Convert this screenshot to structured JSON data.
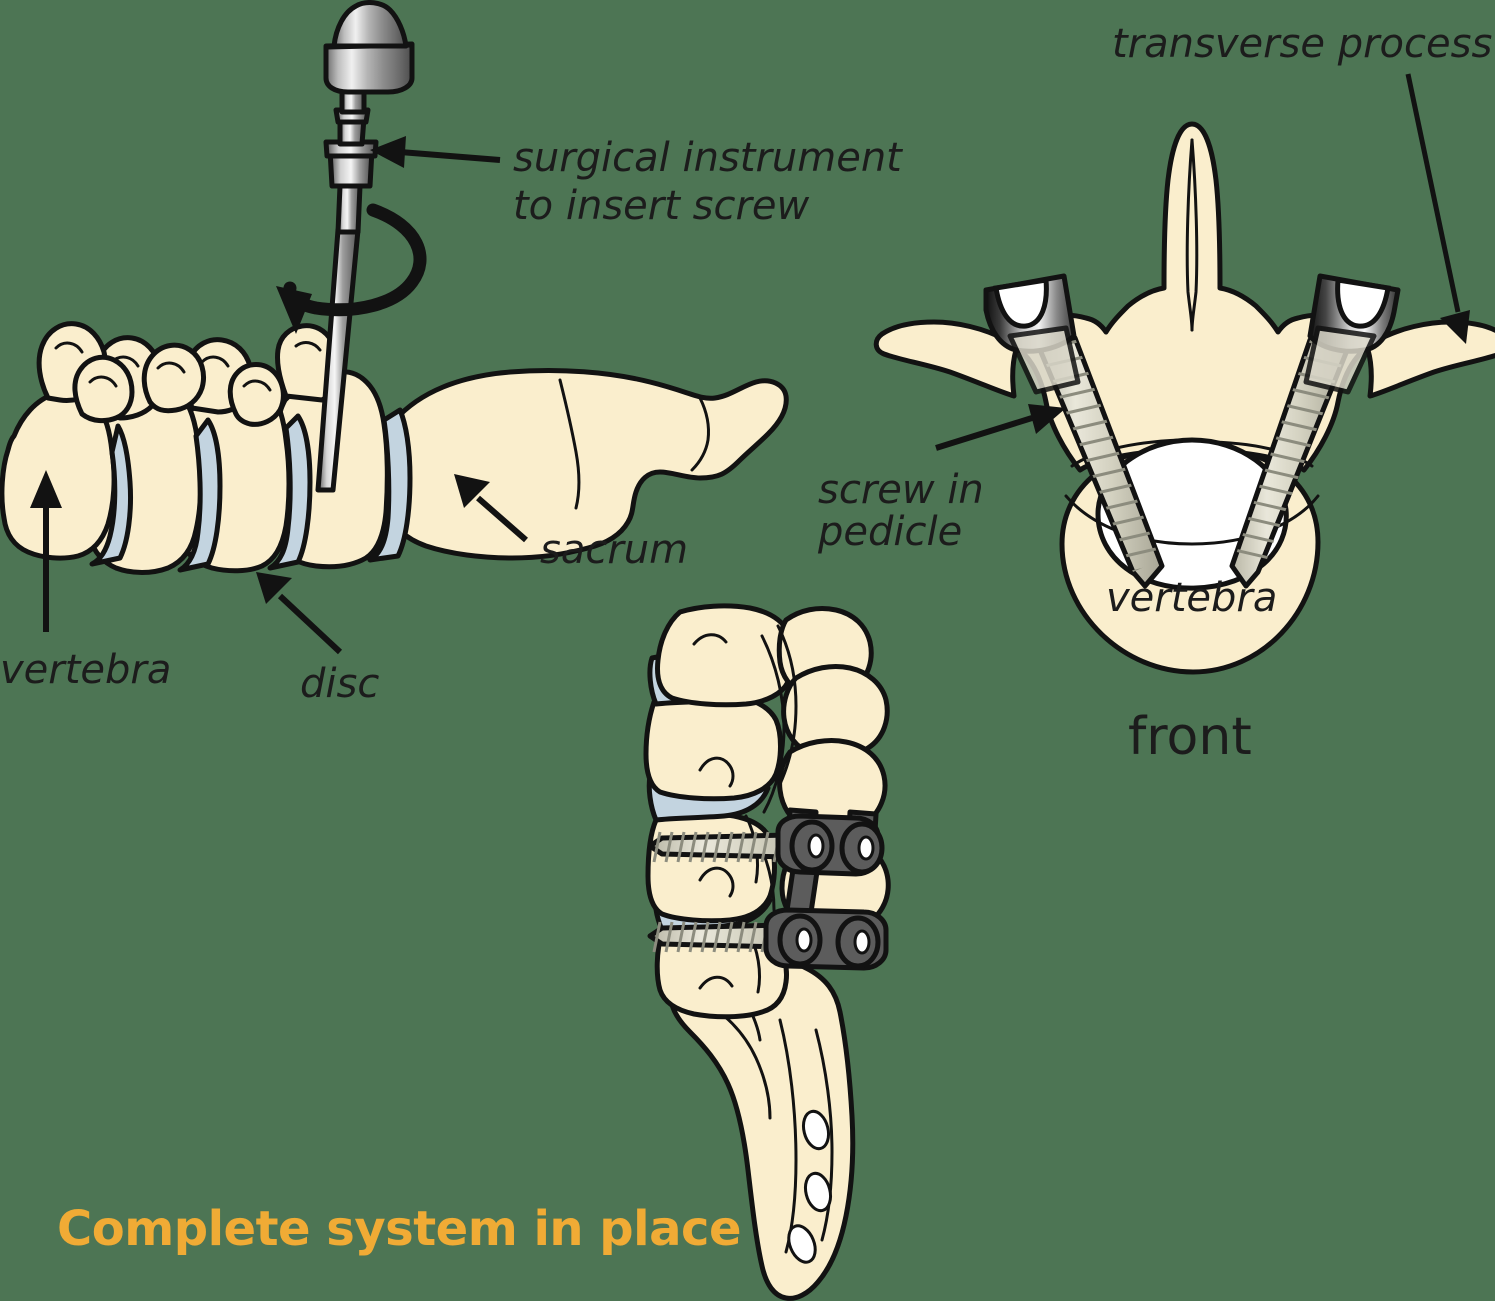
{
  "figure": {
    "title": "Complete system in place",
    "title_color": "#f0ab35",
    "background_color": "#4d7554",
    "bone_color": "#faeecd",
    "disc_color": "#c3d4e0",
    "hardware_color": "#5c5c5c",
    "outline_color": "#121212"
  },
  "labels": {
    "surgical_instrument": "surgical instrument\nto insert screw",
    "surgical_instrument_line1": "surgical instrument",
    "surgical_instrument_line2": "to insert screw",
    "vertebra_left": "vertebra",
    "disc": "disc",
    "sacrum": "sacrum",
    "transverse_process": "transverse process",
    "screw_in_pedicle_line1": "screw in",
    "screw_in_pedicle_line2": "pedicle",
    "vertebra_front": "vertebra",
    "front_view": "front"
  },
  "panels": {
    "top_left": {
      "name": "lumbar spine with insertion instrument",
      "parts": [
        "vertebra",
        "disc",
        "sacrum",
        "surgical instrument"
      ]
    },
    "top_right": {
      "name": "vertebra axial view",
      "orientation": "front",
      "parts": [
        "transverse process",
        "screw in pedicle",
        "vertebra"
      ]
    },
    "bottom_center": {
      "name": "lateral spine with complete fixation system",
      "parts": [
        "pedicle screws",
        "connecting rod",
        "sacrum",
        "discs"
      ]
    }
  }
}
